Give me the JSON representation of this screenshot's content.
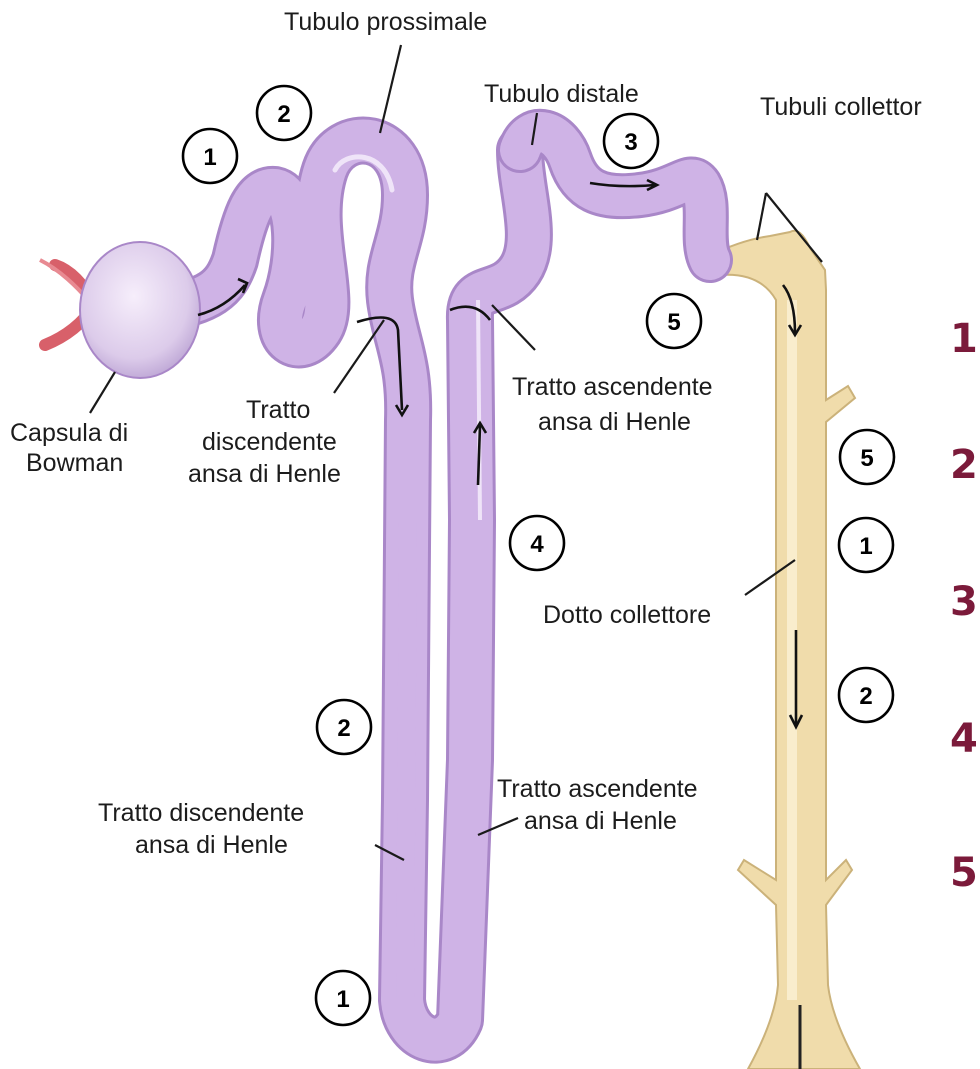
{
  "labels": {
    "tubulo_prossimale": "Tubulo prossimale",
    "tubulo_distale": "Tubulo distale",
    "tubuli_collettori": "Tubuli collettor",
    "capsula_line1": "Capsula di",
    "capsula_line2": "Bowman",
    "tratto_disc_upper_1": "Tratto",
    "tratto_disc_upper_2": "discendente",
    "tratto_disc_upper_3": "ansa di Henle",
    "tratto_asc_upper_1": "Tratto ascendente",
    "tratto_asc_upper_2": "ansa di Henle",
    "dotto_collettore": "Dotto collettore",
    "tratto_disc_lower_1": "Tratto discendente",
    "tratto_disc_lower_2": "ansa di Henle",
    "tratto_asc_lower_1": "Tratto ascendente",
    "tratto_asc_lower_2": "ansa di Henle"
  },
  "markers": {
    "m1": "1",
    "m2": "2",
    "m3": "3",
    "m4": "4",
    "m5": "5",
    "m6": "5",
    "m7": "1",
    "m8": "2",
    "m9": "2",
    "m10": "1"
  },
  "side_numbers": [
    "1",
    "2",
    "3",
    "4",
    "5"
  ],
  "colors": {
    "nephron": "#cfb3e6",
    "nephron_stroke": "#a987c8",
    "collecting_duct": "#f0dcab",
    "collecting_stroke": "#cbb27a",
    "arteriole": "#d8606a",
    "side_numbers": "#7b1a3a"
  }
}
